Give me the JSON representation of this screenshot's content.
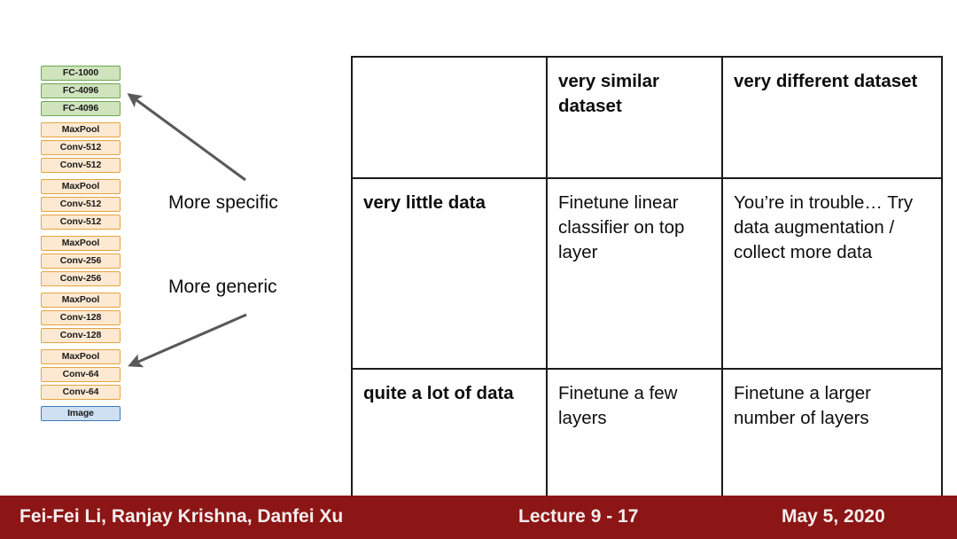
{
  "diagram": {
    "groups": [
      {
        "style": "green",
        "blocks": [
          "FC-1000",
          "FC-4096",
          "FC-4096"
        ]
      },
      {
        "style": "orange",
        "blocks": [
          "MaxPool",
          "Conv-512",
          "Conv-512"
        ]
      },
      {
        "style": "orange",
        "blocks": [
          "MaxPool",
          "Conv-512",
          "Conv-512"
        ]
      },
      {
        "style": "orange",
        "blocks": [
          "MaxPool",
          "Conv-256",
          "Conv-256"
        ]
      },
      {
        "style": "orange",
        "blocks": [
          "MaxPool",
          "Conv-128",
          "Conv-128"
        ]
      },
      {
        "style": "orange",
        "blocks": [
          "MaxPool",
          "Conv-64",
          "Conv-64"
        ]
      },
      {
        "style": "blue",
        "blocks": [
          "Image"
        ]
      }
    ],
    "labels": {
      "more_specific": "More specific",
      "more_generic": "More generic"
    },
    "colors": {
      "green_fill": "#cfe3bd",
      "green_border": "#6aa84f",
      "orange_fill": "#fde9d2",
      "orange_border": "#e8a33d",
      "blue_fill": "#cfe0f2",
      "blue_border": "#3d78c0",
      "arrow": "#595959"
    }
  },
  "table": {
    "columns": [
      "",
      "very similar\ndataset",
      "very different\ndataset"
    ],
    "header": {
      "corner": "",
      "col1": "very similar dataset",
      "col2": "very different dataset"
    },
    "rows": [
      {
        "label": "very little data",
        "similar": "Finetune linear classifier on top layer",
        "different": "You’re in trouble… Try data augmentation / collect more data"
      },
      {
        "label": "quite a lot of data",
        "similar": "Finetune a few layers",
        "different": "Finetune a larger number of layers"
      }
    ]
  },
  "footer": {
    "authors": "Fei-Fei Li, Ranjay Krishna, Danfei Xu",
    "lecture": "Lecture 9 -  17",
    "date": "May 5, 2020",
    "background": "#8c1515"
  }
}
